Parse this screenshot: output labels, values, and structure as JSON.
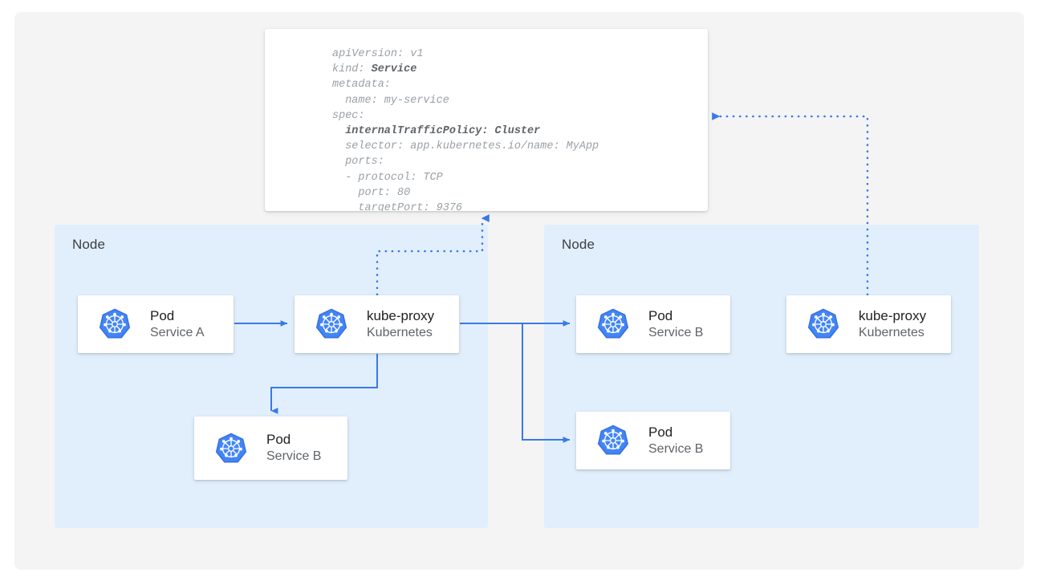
{
  "canvas": {
    "background": "#f4f4f5",
    "node_background": "#e1effd",
    "accent_blue": "#4285f4",
    "card_background": "#ffffff"
  },
  "yaml_panel": {
    "name": "service-manifest",
    "lines": [
      {
        "text": "apiVersion: v1",
        "bold": false
      },
      {
        "text": "kind: ",
        "bold_part": "Service"
      },
      {
        "text": "metadata:",
        "bold": false
      },
      {
        "text": "  name: my-service",
        "bold": false
      },
      {
        "text": "spec:",
        "bold": false
      },
      {
        "text": "  internalTrafficPolicy: Cluster",
        "bold": true
      },
      {
        "text": "  selector: app.kubernetes.io/name: MyApp",
        "bold": false
      },
      {
        "text": "  ports:",
        "bold": false
      },
      {
        "text": "  - protocol: TCP",
        "bold": false
      },
      {
        "text": "    port: 80",
        "bold": false
      },
      {
        "text": "    targetPort: 9376",
        "bold": false
      }
    ],
    "api_version": "v1",
    "kind": "Service",
    "metadata_name": "my-service",
    "internal_traffic_policy": "Cluster",
    "selector": "app.kubernetes.io/name: MyApp",
    "protocol": "TCP",
    "port": "80",
    "target_port": "9376"
  },
  "nodes": [
    {
      "label": "Node"
    },
    {
      "label": "Node"
    }
  ],
  "cards": {
    "left_pod_a": {
      "title": "Pod",
      "subtitle": "Service A",
      "icon": "kubernetes-icon"
    },
    "left_kube_proxy": {
      "title": "kube-proxy",
      "subtitle": "Kubernetes",
      "icon": "kubernetes-icon"
    },
    "left_pod_b": {
      "title": "Pod",
      "subtitle": "Service B",
      "icon": "kubernetes-icon"
    },
    "right_pod_b1": {
      "title": "Pod",
      "subtitle": "Service B",
      "icon": "kubernetes-icon"
    },
    "right_pod_b2": {
      "title": "Pod",
      "subtitle": "Service B",
      "icon": "kubernetes-icon"
    },
    "right_kube_proxy": {
      "title": "kube-proxy",
      "subtitle": "Kubernetes",
      "icon": "kubernetes-icon"
    }
  }
}
